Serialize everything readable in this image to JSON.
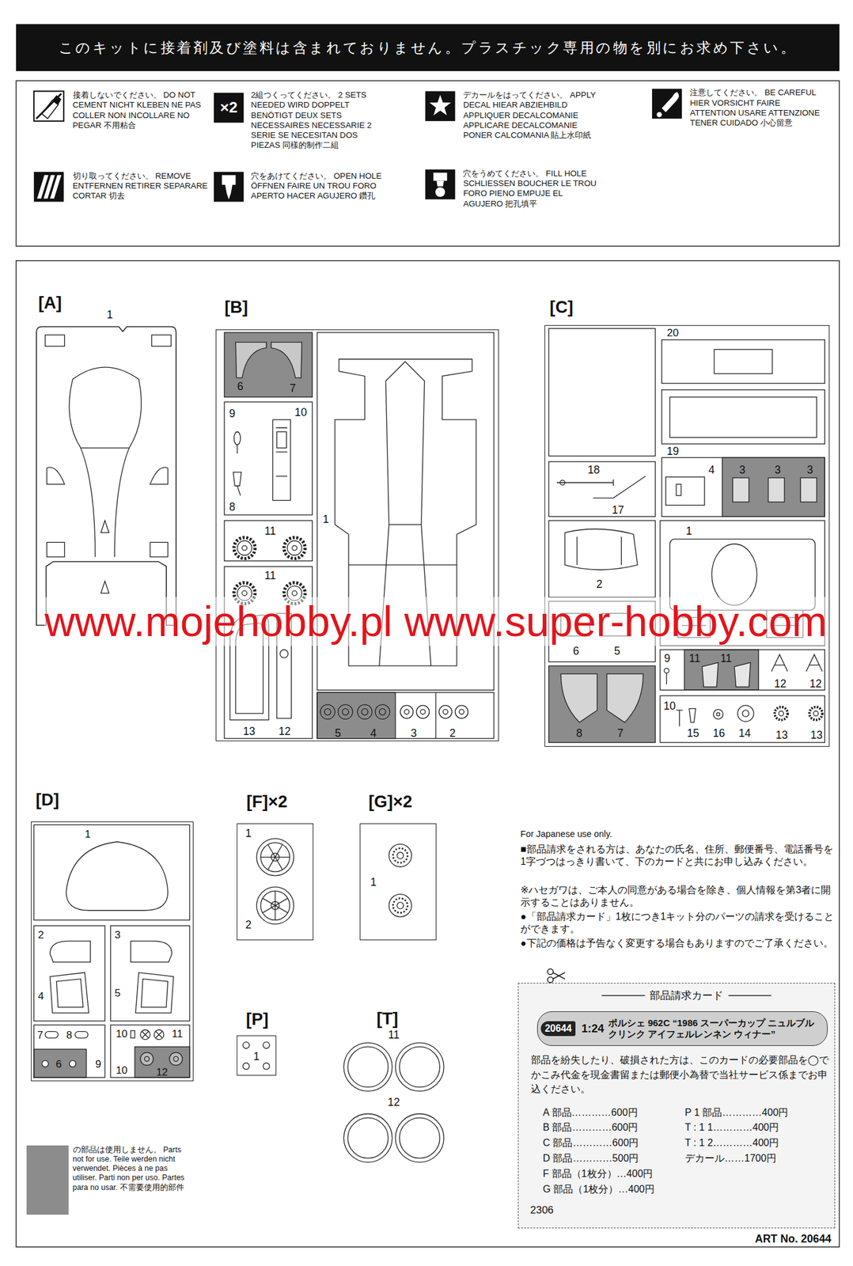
{
  "diagram": {
    "nodes": [
      {
        "text": [
          "このキットに接着剤及び塗料は含まれておりません。プラスチック専用の物を別にお求め下さい。"
        ]
      },
      {
        "text": [
          "[A]",
          "1"
        ]
      },
      {
        "text": [
          "[B]",
          "6",
          "7",
          "9",
          "10",
          "1",
          "8",
          "11",
          "11",
          "13",
          "12",
          "5",
          "4",
          "3",
          "2"
        ]
      },
      {
        "text": [
          "[C]",
          "20",
          "19",
          "18",
          "4",
          "3",
          "3",
          "3",
          "17",
          "1",
          "2",
          "6",
          "5",
          "9",
          "11",
          "11",
          "12",
          "12",
          "10",
          "8",
          "7",
          "15",
          "16",
          "14",
          "13",
          "13"
        ]
      },
      {
        "text": [
          "[D]",
          "1",
          "2",
          "3",
          "4",
          "5",
          "7",
          "8",
          "10",
          "11",
          "6",
          "9",
          "10",
          "12"
        ]
      },
      {
        "text": [
          "[F]×2",
          "1",
          "2"
        ]
      },
      {
        "text": [
          "[G]×2",
          "1"
        ]
      },
      {
        "text": [
          "[P]",
          "1"
        ]
      },
      {
        "text": [
          "部品請求カード",
          "部品を紛失したり、破損された方は、このカードの必要部品を◯でかこみ代金を現金書留または郵便小為替で当社サービス係までお申込ください。",
          "A 部品…………600円",
          "B 部品…………600円",
          "C 部品…………600円",
          "D 部品…………500円",
          "F 部品（1枚分）…400円",
          "G 部品（1枚分）…400円",
          "P 1 部品…………400円",
          "T : 1 1…………400円",
          "T : 1 2…………400円",
          "デカール……1700円"
        ]
      },
      {
        "text": [
          "20644",
          "1:24",
          "ポルシェ 962C “1986 スーパーカップ ニュルブルクリンク アイフェルレンネン ウィナー”"
        ],
        "in": 8
      }
    ],
    "labels": [
      "×2",
      "[T]",
      "11",
      "12",
      "www.mojehobby.pl www.super-hobby.com",
      "For Japanese use only.",
      "■部品請求をされる方は、あなたの氏名、住所、郵便番号、電話番号を1字づつはっきり書いて、下のカードと共にお申し込みください。",
      "※ハセガワは、ご本人の同意がある場合を除き、個人情報を第3者に開示することはありません。",
      "●「部品請求カード」1枚につき1キット分のパーツの請求を受けることができます。",
      "●下記の価格は予告なく変更する場合もありますのでご了承ください。",
      "2306",
      "ART No. 20644"
    ],
    "legend": [
      {
        "text": "接着しないでください。 DO NOT CEMENT NICHT KLEBEN NE PAS COLLER NON INCOLLARE NO PEGAR 不用粘合"
      },
      {
        "text": "2組つくってください。 2 SETS NEEDED WIRD DOPPELT BENÖTIGT DEUX SETS NECESSAIRES NECESSARIE 2 SERIE SE NECESITAN DOS PIEZAS 同樣的制作二組"
      },
      {
        "text": "デカールをはってください。 APPLY DECAL HIEAR ABZIEHBILD APPLIQUER DECALCOMANIE APPLICARE DECALCOMANIE PONER CALCOMANIA 貼上水印紙"
      },
      {
        "text": "注意してください。 BE CAREFUL HIER VORSICHT FAIRE ATTENTION USARE ATTENZIONE TENER CUIDADO 小心留意"
      },
      {
        "text": "切り取ってください。 REMOVE ENTFERNEN RETIRER SEPARARE CORTAR 切去"
      },
      {
        "text": "穴をあけてください。 OPEN HOLE ÖFFNEN FAIRE UN TROU FORO APERTO HACER AGUJERO 鑽孔"
      },
      {
        "text": "穴をうめてください。 FILL HOLE SCHLIESSEN BOUCHER LE TROU FORO PIENO EMPUJE EL AGUJERO 把孔填平"
      },
      {
        "text": "の部品は使用しません。 Parts not for use. Teile werden nicht verwendet. Pièces à ne pas utiliser. Parti non per uso. Partes para no usar. 不需要使用的部件",
        "color": "#8c8c8c"
      }
    ]
  }
}
